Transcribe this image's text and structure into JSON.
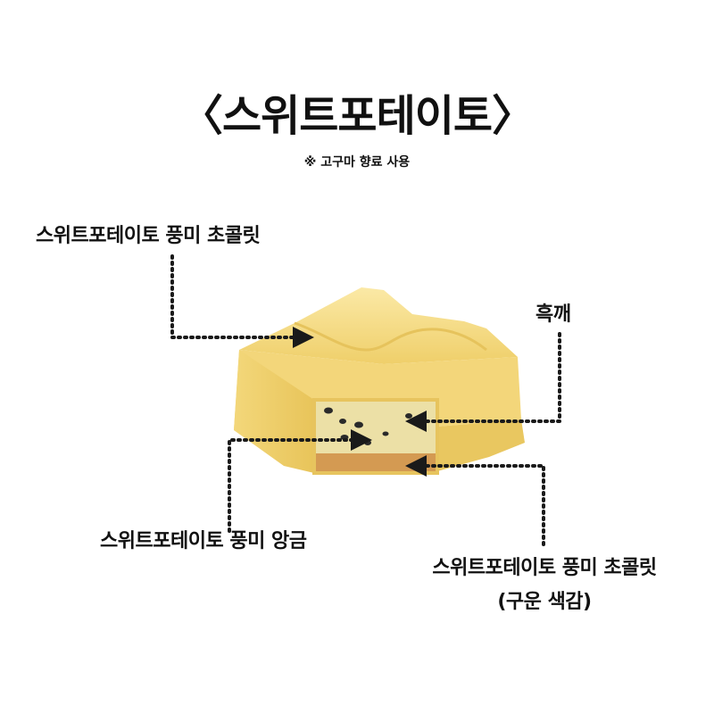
{
  "header": {
    "title": "〈스위트포테이토〉",
    "subtitle": "※ 고구마 향료 사용"
  },
  "labels": {
    "top_chocolate": "스위트포테이토 풍미 초콜릿",
    "black_sesame": "흑깨",
    "filling": "스위트포테이토 풍미 앙금",
    "baked_chocolate_line1": "스위트포테이토 풍미 초콜릿",
    "baked_chocolate_line2": "(구운 색감)"
  },
  "colors": {
    "chocolate_light": "#f6df8e",
    "chocolate_mid": "#efcf6a",
    "chocolate_shadow": "#e2bb4c",
    "filling": "#ece0a6",
    "baked_layer": "#d49a52",
    "sesame": "#2a2a2a",
    "arrow": "#1a1a1a"
  }
}
